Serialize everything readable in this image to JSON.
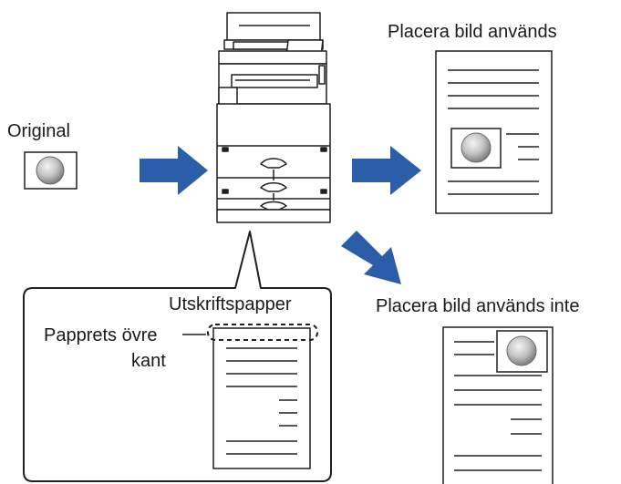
{
  "labels": {
    "original": "Original",
    "with_placement": "Placera bild används",
    "without_placement": "Placera bild används inte",
    "print_paper": "Utskriftspapper",
    "top_edge_line1": "Papprets övre",
    "top_edge_line2": "kant"
  },
  "colors": {
    "arrow": "#2a5ea8",
    "outline": "#231f20",
    "machine_fill": "#ffffff"
  },
  "icons": {
    "machine": "multifunction-printer-icon",
    "image": "grey-circle-image-icon"
  }
}
